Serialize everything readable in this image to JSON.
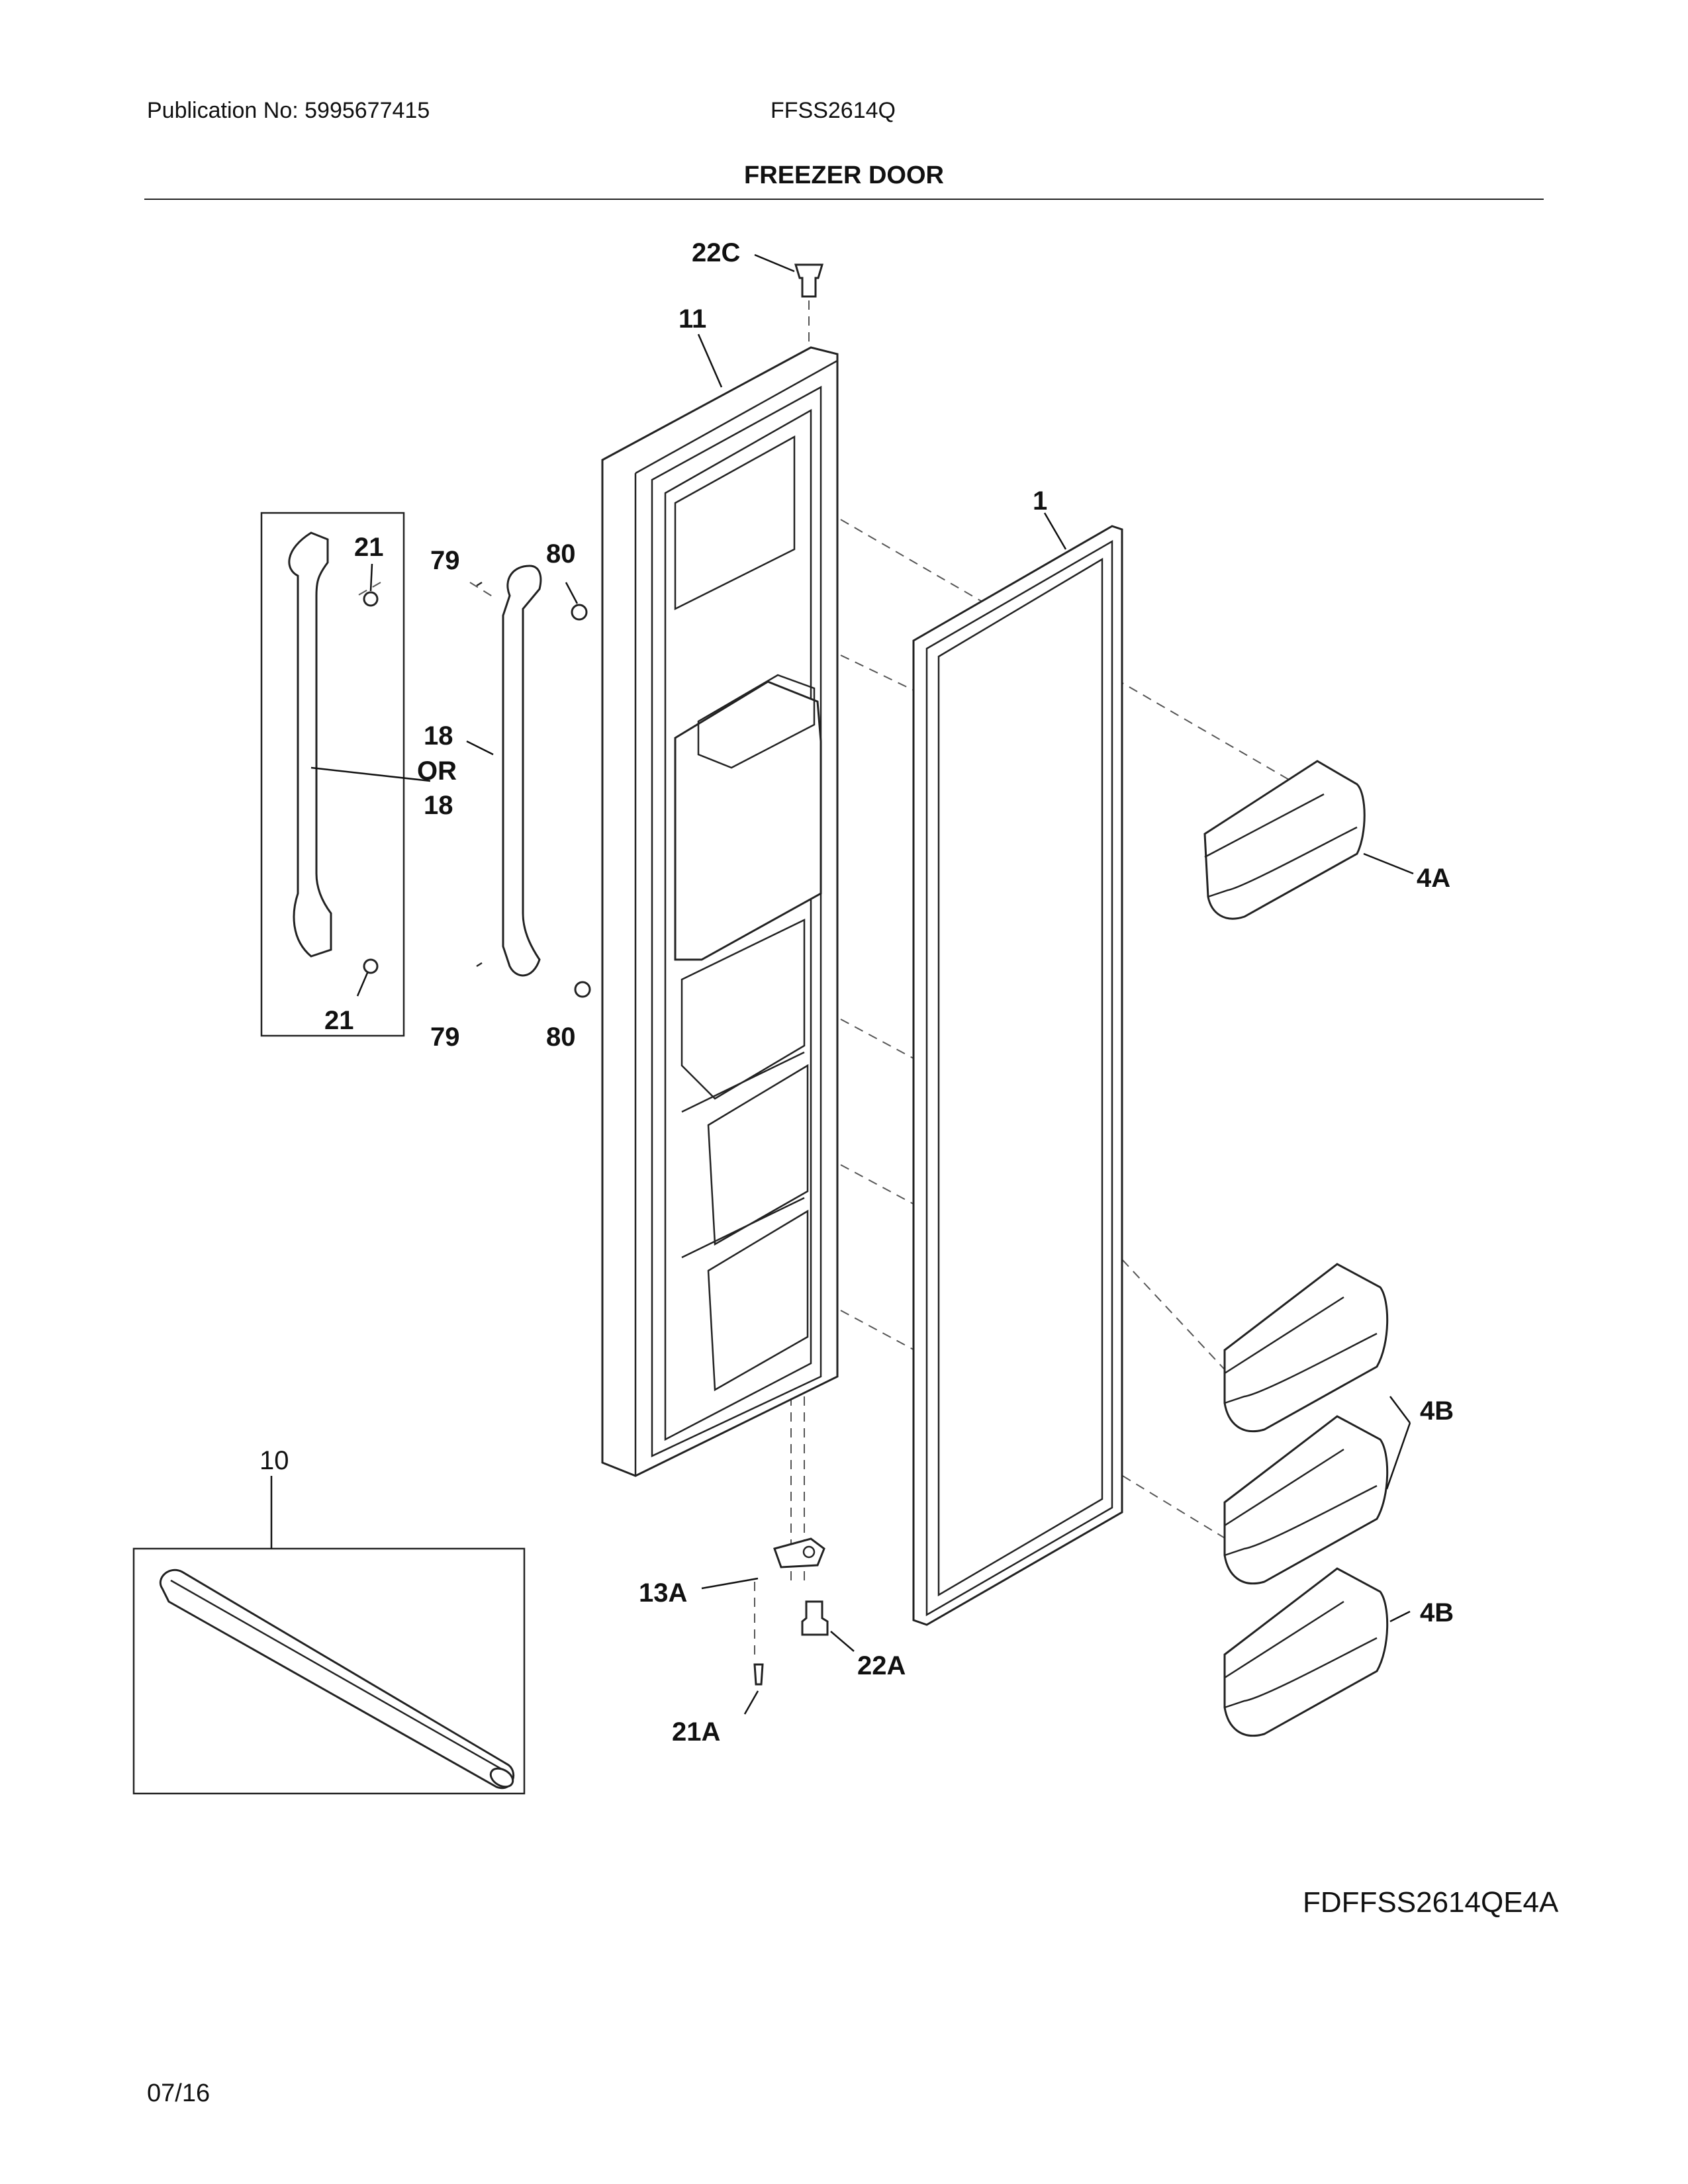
{
  "header": {
    "publication": "Publication No: 5995677415",
    "model": "FFSS2614Q",
    "title": "FREEZER DOOR"
  },
  "callouts": {
    "c22C": "22C",
    "c11": "11",
    "c1": "1",
    "c21_top": "21",
    "c79_top": "79",
    "c80_top": "80",
    "c18_a": "18",
    "c18_or": "OR",
    "c18_b": "18",
    "c21_bottom": "21",
    "c79_bottom": "79",
    "c80_bottom": "80",
    "c4A": "4A",
    "c4B_mid": "4B",
    "c4B_low": "4B",
    "c10": "10",
    "c13A": "13A",
    "c22A": "22A",
    "c21A": "21A"
  },
  "footer": {
    "diagram_code": "FDFFSS2614QE4A",
    "date": "07/16"
  }
}
